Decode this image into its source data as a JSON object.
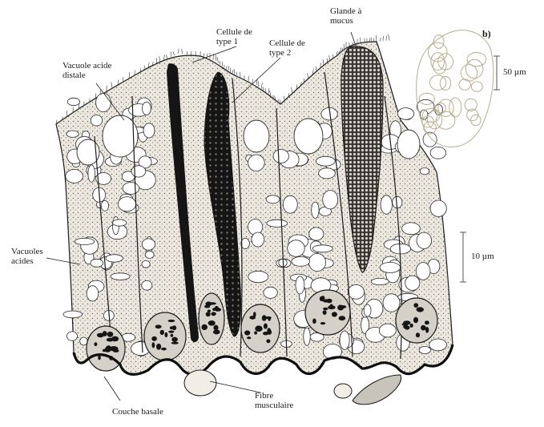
{
  "labels": {
    "distal_vacuole": [
      "Vacuole acide",
      "distale"
    ],
    "cell_type1": [
      "Cellule de",
      "type 1"
    ],
    "cell_type2": [
      "Cellule de",
      "type 2"
    ],
    "mucus_gland": [
      "Glande à",
      "mucus"
    ],
    "panel_b": "b)",
    "scale_50": "50 µm",
    "acid_vacuoles": [
      "Vacuoles",
      "acides"
    ],
    "scale_10": "10 µm",
    "basal_layer": "Couche basale",
    "muscle_fiber": [
      "Fibre",
      "musculaire"
    ]
  },
  "colors": {
    "ink": "#1a1a1a",
    "cytoplasm": "#e9e4dc",
    "dark_cell": "#151515",
    "inset_stroke": "#b7ad8f"
  }
}
